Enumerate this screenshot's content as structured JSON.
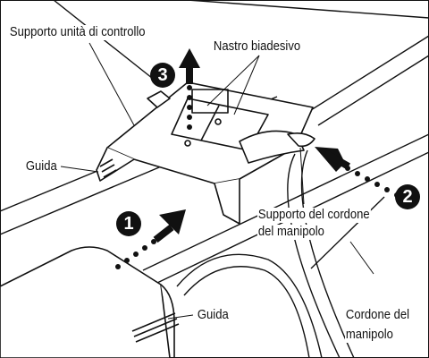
{
  "labels": {
    "control_unit_support": "Supporto unità di controllo",
    "double_sided_tape": "Nastro biadesivo",
    "guide_top": "Guida",
    "cord_support_line1": "Supporto del cordone",
    "cord_support_line2": "del manipolo",
    "guide_bottom": "Guida",
    "cord_line1": "Cordone del",
    "cord_line2": "manipolo"
  },
  "steps": {
    "step1": "1",
    "step2": "2",
    "step3": "3"
  },
  "colors": {
    "ink": "#111111",
    "paper": "#ffffff"
  }
}
